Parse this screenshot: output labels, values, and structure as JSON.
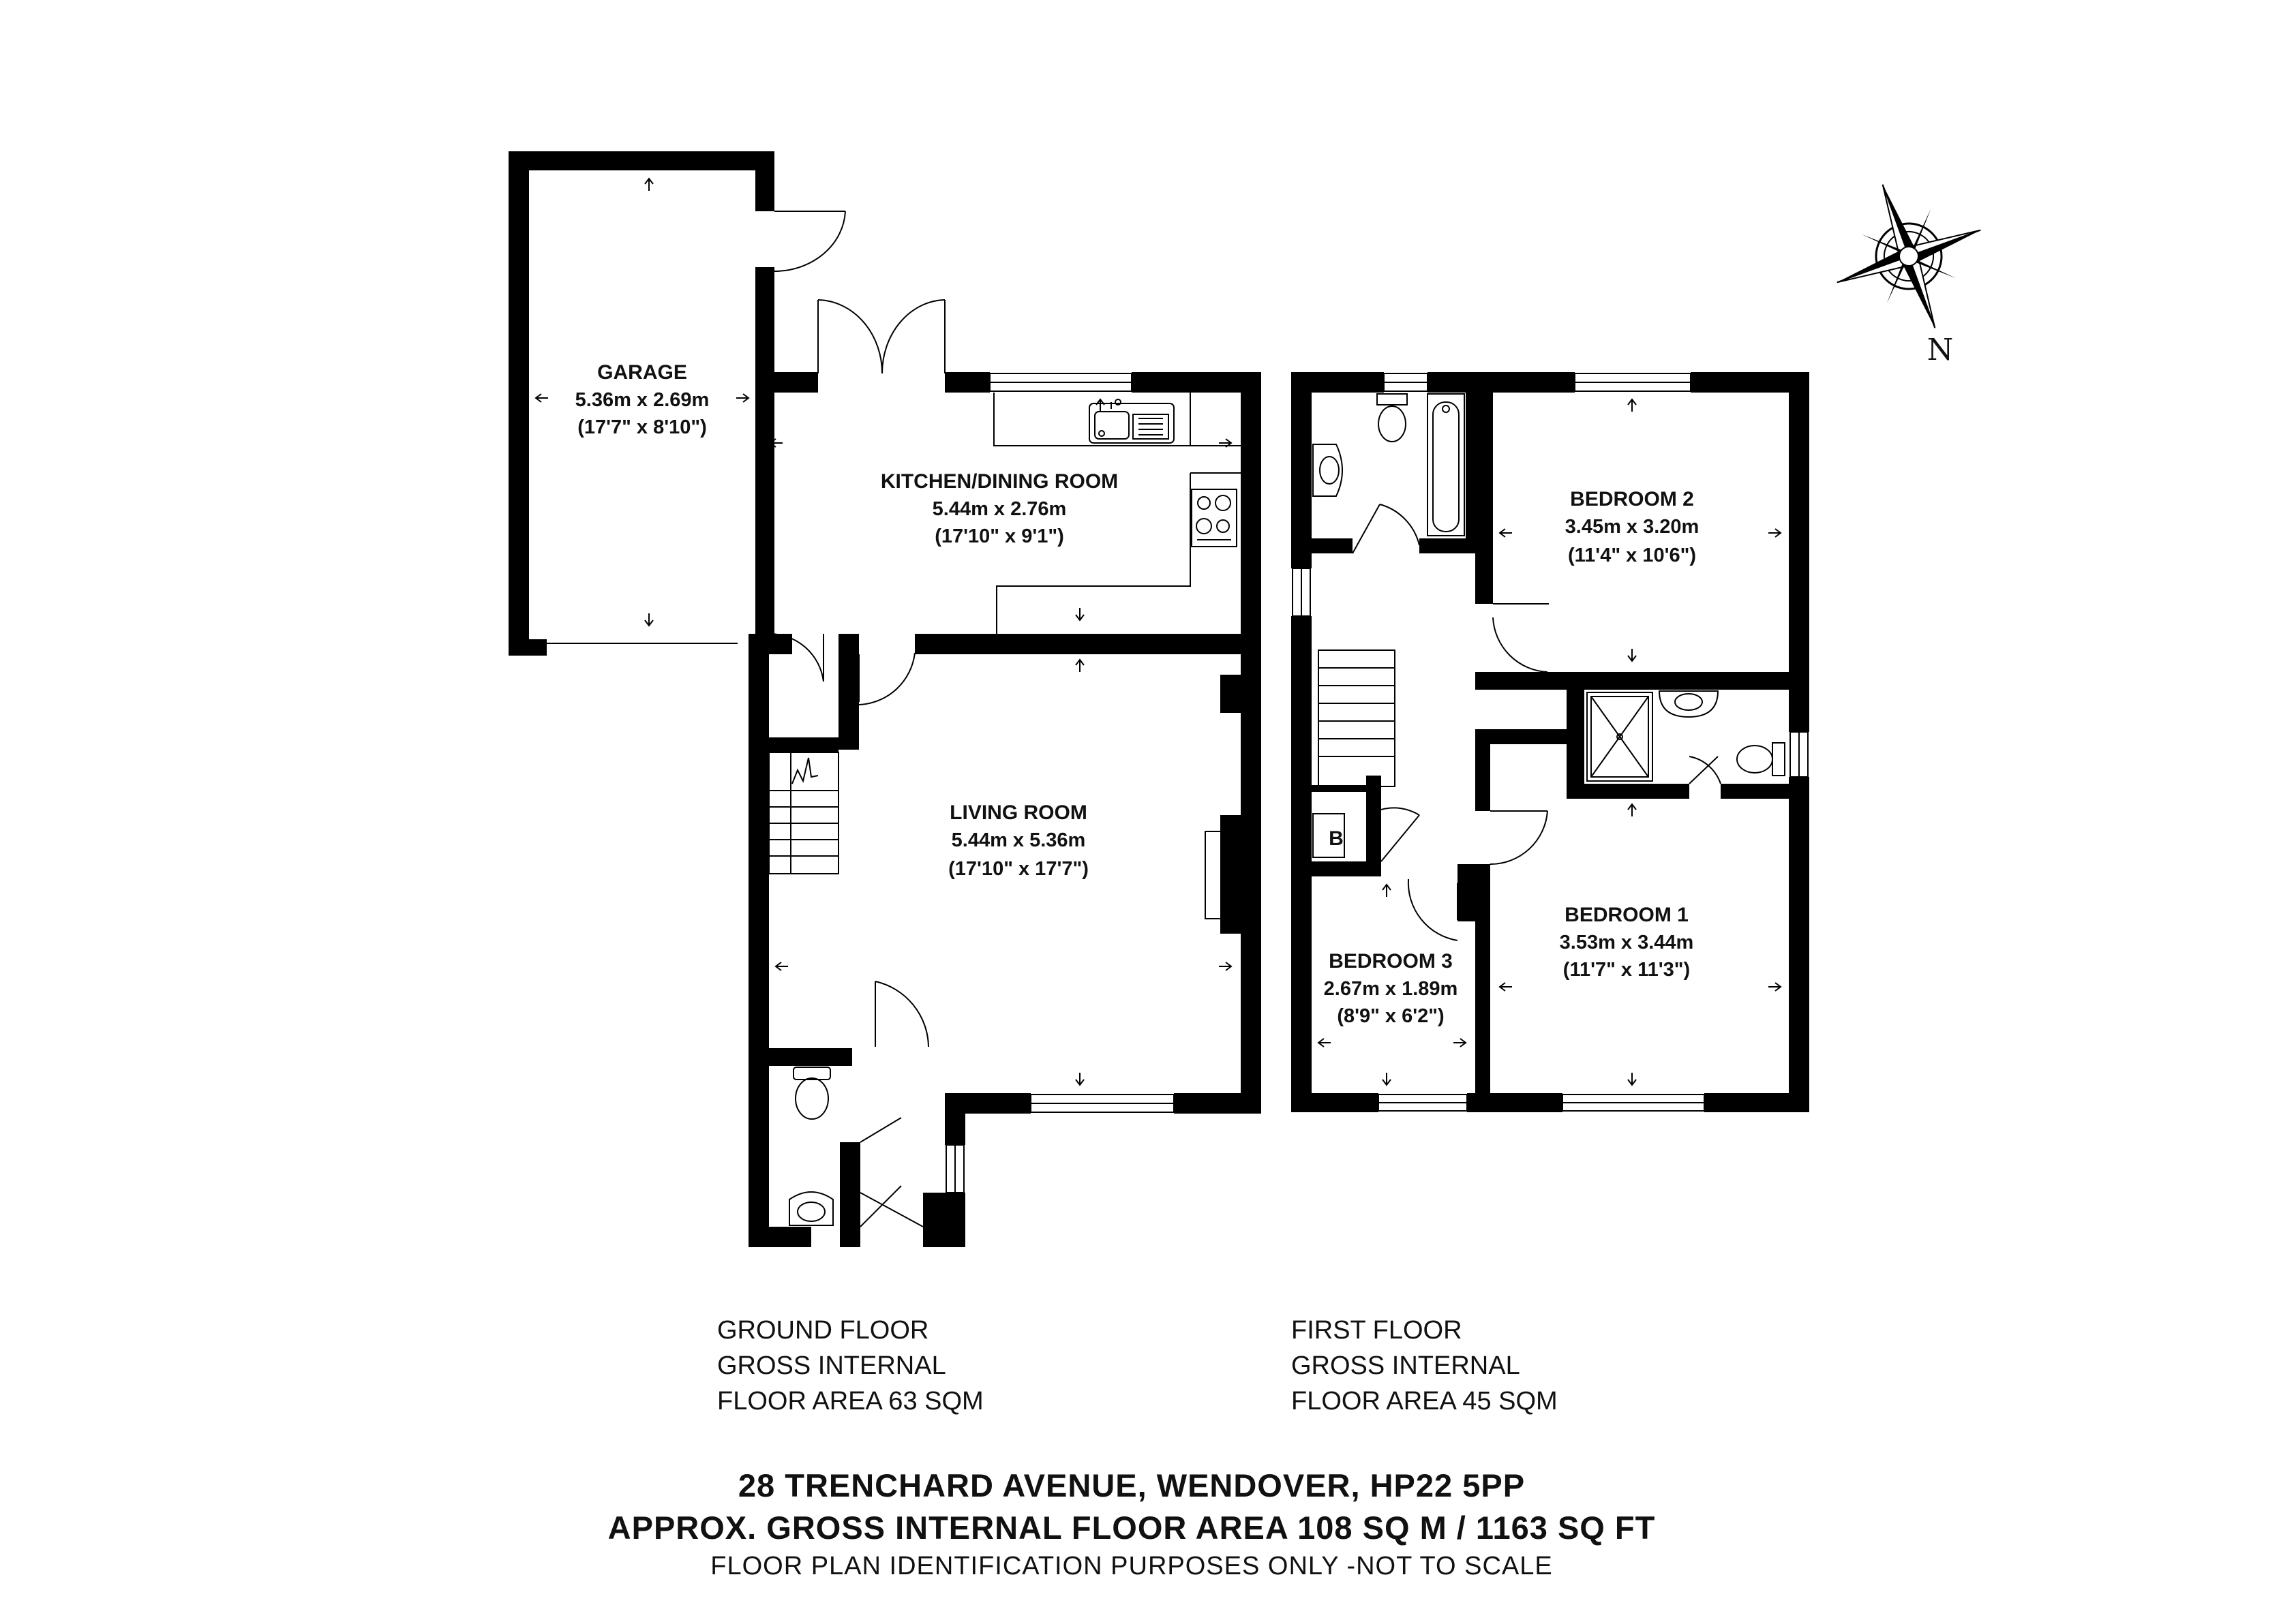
{
  "rooms": {
    "garage": {
      "name": "GARAGE",
      "metric": "5.36m x 2.69m",
      "imperial": "(17'7\" x 8'10\")"
    },
    "kitchen": {
      "name": "KITCHEN/DINING ROOM",
      "metric": "5.44m x 2.76m",
      "imperial": "(17'10\" x 9'1\")"
    },
    "living": {
      "name": "LIVING ROOM",
      "metric": "5.44m x 5.36m",
      "imperial": "(17'10\" x 17'7\")"
    },
    "bedroom2": {
      "name": "BEDROOM 2",
      "metric": "3.45m x 3.20m",
      "imperial": "(11'4\" x 10'6\")"
    },
    "bedroom1": {
      "name": "BEDROOM 1",
      "metric": "3.53m x 3.44m",
      "imperial": "(11'7\" x 11'3\")"
    },
    "bedroom3": {
      "name": "BEDROOM 3",
      "metric": "2.67m x 1.89m",
      "imperial": "(8'9\" x 6'2\")"
    },
    "boiler": {
      "label": "B"
    }
  },
  "ground_floor": {
    "line1": "GROUND FLOOR",
    "line2": "GROSS INTERNAL",
    "line3": "FLOOR AREA 63 SQM"
  },
  "first_floor": {
    "line1": "FIRST FLOOR",
    "line2": "GROSS INTERNAL",
    "line3": "FLOOR AREA 45 SQM"
  },
  "footer": {
    "address": "28 TRENCHARD AVENUE, WENDOVER, HP22 5PP",
    "total_area": "APPROX. GROSS INTERNAL FLOOR AREA 108 SQ M / 1163 SQ FT",
    "disclaimer": "FLOOR PLAN IDENTIFICATION PURPOSES ONLY -NOT TO SCALE"
  },
  "compass": {
    "label": "N"
  }
}
